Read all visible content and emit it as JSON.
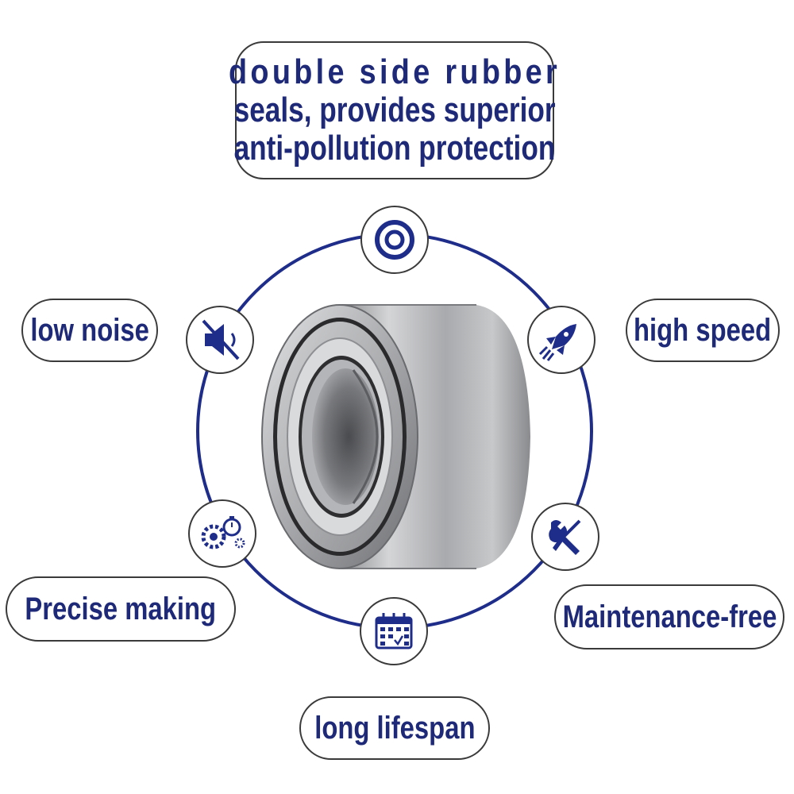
{
  "colors": {
    "accent_navy": "#1e2a78",
    "ring_blue": "#1f2d8a",
    "border_dark": "#3a3a3a",
    "metal_silver": "#b9babc"
  },
  "labels": {
    "top_line1": "double side rubber",
    "top_line2": "seals, provides superior",
    "top_line3": "anti-pollution protection",
    "low_noise": "low noise",
    "high_speed": "high speed",
    "precise_making": "Precise making",
    "maintenance_free": "Maintenance-free",
    "long_lifespan": "long lifespan"
  },
  "icons": {
    "top": "seal-rings-icon",
    "upper_left": "muted-speaker-icon",
    "upper_right": "rocket-icon",
    "lower_left": "gears-stopwatch-icon",
    "lower_right": "wrench-screwdriver-icon",
    "bottom": "calendar-icon"
  }
}
